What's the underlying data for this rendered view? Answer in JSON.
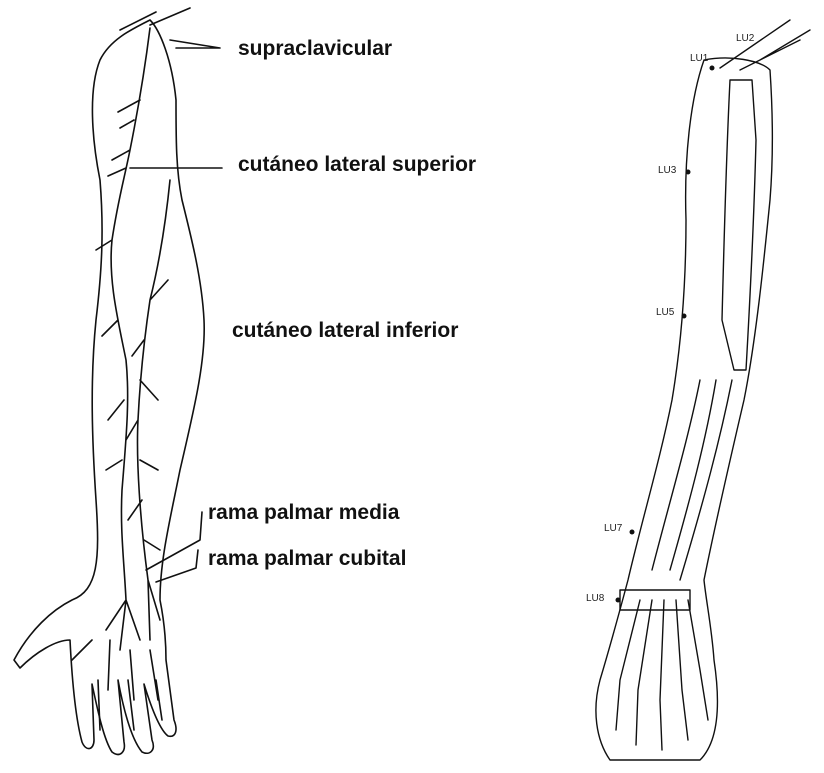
{
  "labels": {
    "supraclavicular": "supraclavicular",
    "lateral_superior": "cutáneo lateral superior",
    "lateral_inferior": "cutáneo lateral inferior",
    "palmar_media": "rama palmar media",
    "palmar_cubital": "rama palmar cubital"
  },
  "points": {
    "lu1": "LU1",
    "lu2": "LU2",
    "lu3": "LU3",
    "lu5": "LU5",
    "lu7": "LU7",
    "lu8": "LU8"
  },
  "colors": {
    "ink": "#111111",
    "background": "#ffffff"
  }
}
